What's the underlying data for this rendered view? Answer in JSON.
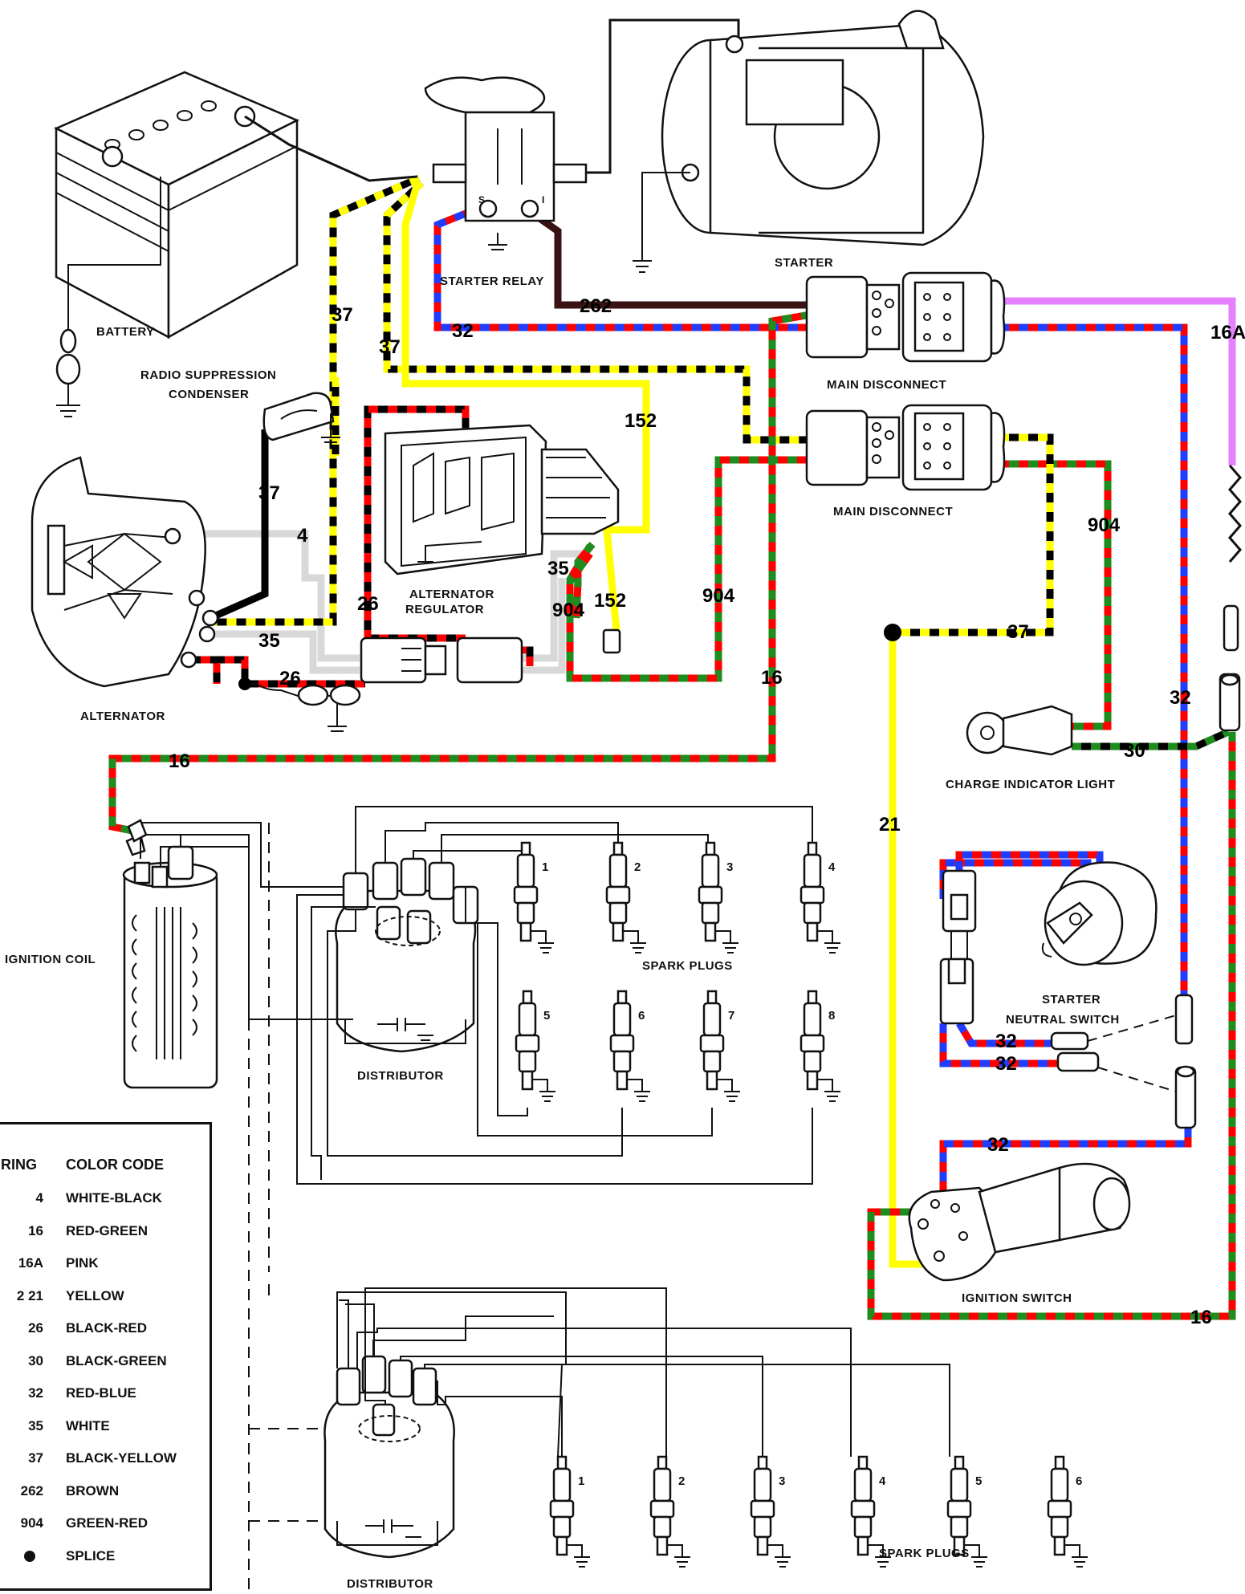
{
  "components": {
    "battery": "BATTERY",
    "radio_condenser_line1": "RADIO SUPPRESSION",
    "radio_condenser_line2": "CONDENSER",
    "alternator": "ALTERNATOR",
    "regulator_line1": "ALTERNATOR",
    "regulator_line2": "REGULATOR",
    "starter_relay": "STARTER RELAY",
    "starter": "STARTER",
    "main_disconnect_1": "MAIN DISCONNECT",
    "main_disconnect_2": "MAIN DISCONNECT",
    "charge_indicator_light": "CHARGE INDICATOR LIGHT",
    "starter_neutral_switch_line1": "STARTER",
    "starter_neutral_switch_line2": "NEUTRAL SWITCH",
    "ignition_switch": "IGNITION SWITCH",
    "ignition_coil": "IGNITION COIL",
    "distributor_v8": "DISTRIBUTOR",
    "distributor_6": "DISTRIBUTOR",
    "spark_plugs_v8": "SPARK PLUGS",
    "spark_plugs_6": "SPARK PLUGS"
  },
  "plug_numbers_v8": [
    "1",
    "2",
    "3",
    "4",
    "5",
    "6",
    "7",
    "8"
  ],
  "plug_numbers_6": [
    "1",
    "2",
    "3",
    "4",
    "5",
    "6"
  ],
  "relay_terminals": [
    "S",
    "I"
  ],
  "wire_labels": {
    "w37a": "37",
    "w37b": "37",
    "w37c": "37",
    "w37d": "37",
    "w4": "4",
    "w35a": "35",
    "w35b": "35",
    "w26a": "26",
    "w26b": "26",
    "w262": "262",
    "w32a": "32",
    "w32b": "32",
    "w32c": "32",
    "w32d": "32",
    "w32e": "32",
    "w16a": "16",
    "w16b": "16",
    "w16c": "16",
    "w16A": "16A",
    "w152a": "152",
    "w152b": "152",
    "w904a": "904",
    "w904b": "904",
    "w904c": "904",
    "w21": "21",
    "w30": "30"
  },
  "wire_colors": {
    "red": "#ff0000",
    "green": "#1e8c1e",
    "blue": "#1f3cff",
    "yellow": "#ffff00",
    "black": "#000000",
    "brown": "#3a1212",
    "pink": "#e680ff",
    "white": "#d8d8d8"
  },
  "legend": {
    "title_left": "IRING",
    "title_right": "COLOR CODE",
    "rows": [
      {
        "code": "4",
        "color": "WHITE-BLACK"
      },
      {
        "code": "16",
        "color": "RED-GREEN"
      },
      {
        "code": "16A",
        "color": "PINK"
      },
      {
        "code": "2   21",
        "color": "YELLOW"
      },
      {
        "code": "26",
        "color": "BLACK-RED"
      },
      {
        "code": "30",
        "color": "BLACK-GREEN"
      },
      {
        "code": "32",
        "color": "RED-BLUE"
      },
      {
        "code": "35",
        "color": "WHITE"
      },
      {
        "code": "37",
        "color": "BLACK-YELLOW"
      },
      {
        "code": "262",
        "color": "BROWN"
      },
      {
        "code": "904",
        "color": "GREEN-RED"
      },
      {
        "code": "",
        "color": "SPLICE"
      }
    ]
  }
}
